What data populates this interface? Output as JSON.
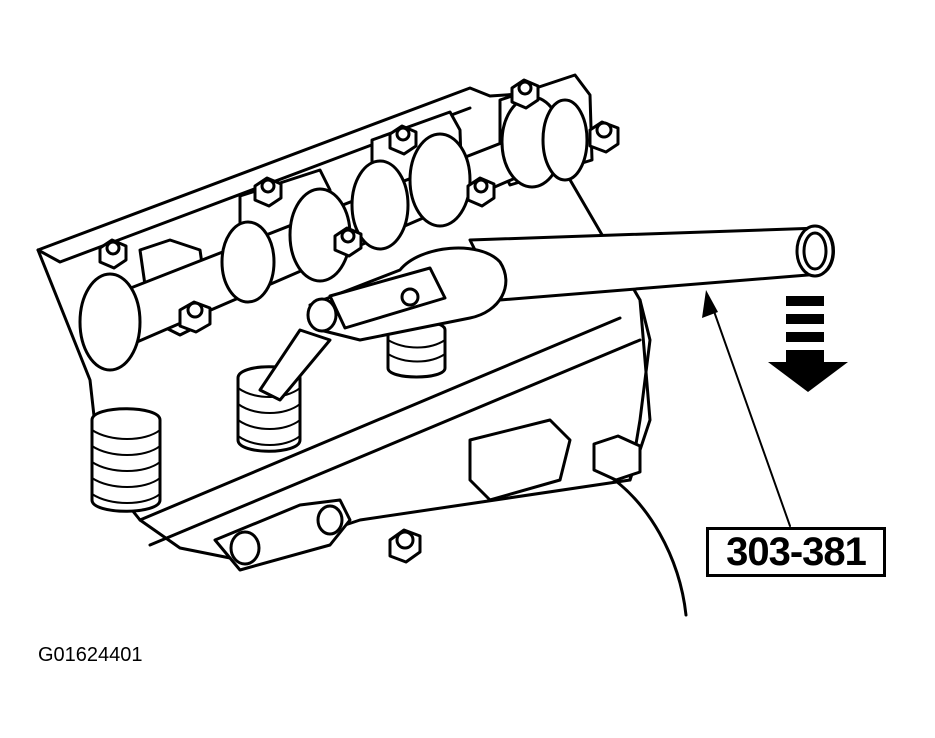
{
  "tool_label": "303-381",
  "figure_code": "G01624401",
  "arrow_direction": "down",
  "ink_color": "#000000",
  "background_color": "#ffffff"
}
